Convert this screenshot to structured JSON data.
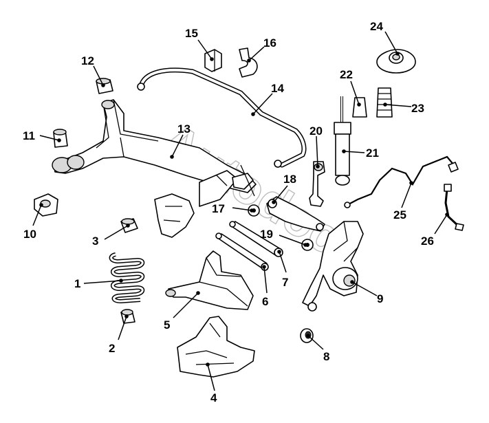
{
  "watermark": "Autodoc",
  "parts": [
    {
      "id": "1",
      "label": "1"
    },
    {
      "id": "2",
      "label": "2"
    },
    {
      "id": "3",
      "label": "3"
    },
    {
      "id": "4",
      "label": "4"
    },
    {
      "id": "5",
      "label": "5"
    },
    {
      "id": "6",
      "label": "6"
    },
    {
      "id": "7",
      "label": "7"
    },
    {
      "id": "8",
      "label": "8"
    },
    {
      "id": "9",
      "label": "9"
    },
    {
      "id": "10",
      "label": "10"
    },
    {
      "id": "11",
      "label": "11"
    },
    {
      "id": "12",
      "label": "12"
    },
    {
      "id": "13",
      "label": "13"
    },
    {
      "id": "14",
      "label": "14"
    },
    {
      "id": "15",
      "label": "15"
    },
    {
      "id": "16",
      "label": "16"
    },
    {
      "id": "17",
      "label": "17"
    },
    {
      "id": "18",
      "label": "18"
    },
    {
      "id": "19",
      "label": "19"
    },
    {
      "id": "20",
      "label": "20"
    },
    {
      "id": "21",
      "label": "21"
    },
    {
      "id": "22",
      "label": "22"
    },
    {
      "id": "23",
      "label": "23"
    },
    {
      "id": "24",
      "label": "24"
    },
    {
      "id": "25",
      "label": "25"
    },
    {
      "id": "26",
      "label": "26"
    }
  ]
}
